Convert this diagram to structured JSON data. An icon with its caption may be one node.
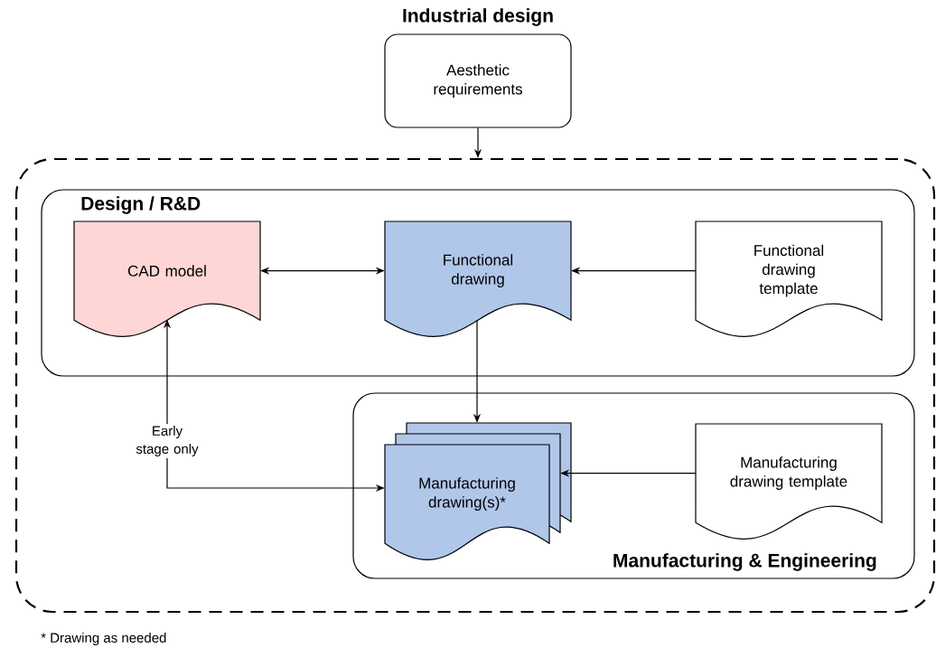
{
  "diagram": {
    "nodes": [
      {
        "text": [
          "Industrial design",
          "Aesthetic requirements"
        ]
      },
      {
        "text": [],
        "shape": "box"
      },
      {
        "text": [
          "Design / R&D"
        ],
        "in": 1
      },
      {
        "text": [
          "CAD model"
        ],
        "in": 2
      },
      {
        "text": [
          "Functional drawing"
        ],
        "in": 2
      },
      {
        "text": [
          "Functional drawing template"
        ],
        "in": 2
      },
      {
        "text": [
          "Manufacturing & Engineering"
        ],
        "in": 1
      },
      {
        "text": [
          "Manufacturing drawing(s)*"
        ],
        "in": 6
      },
      {
        "text": [
          "Manufacturing drawing template"
        ],
        "in": 6
      }
    ],
    "edges": [
      {
        "from": 0,
        "to": 1,
        "arrow": "to"
      },
      {
        "from": 3,
        "to": 4,
        "arrow": "both"
      },
      {
        "from": 5,
        "to": 4,
        "arrow": "to"
      },
      {
        "from": 4,
        "to": 7,
        "arrow": "to"
      },
      {
        "from": 3,
        "to": 7,
        "arrow": "both",
        "label": "Early stage only"
      },
      {
        "from": 8,
        "to": 7,
        "arrow": "to"
      }
    ],
    "labels": [
      "* Drawing as needed"
    ]
  }
}
